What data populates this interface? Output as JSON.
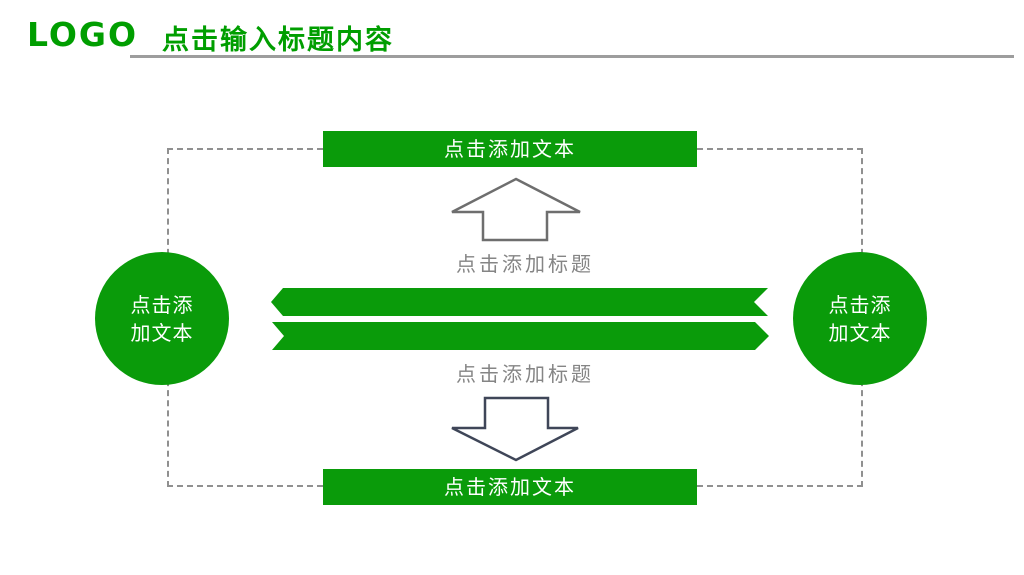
{
  "header": {
    "logo": "LOGO",
    "title": "点击输入标题内容"
  },
  "diagram": {
    "top_bar_label": "点击添加文本",
    "bottom_bar_label": "点击添加文本",
    "top_caption": "点击添加标题",
    "bottom_caption": "点击添加标题",
    "left_circle_label": "点击添\n加文本",
    "right_circle_label": "点击添\n加文本",
    "icons": {
      "up_arrow": "up-block-arrow-icon",
      "down_arrow": "down-block-arrow-icon",
      "left_ribbon": "left-pointing-ribbon-arrow-icon",
      "right_ribbon": "right-pointing-ribbon-arrow-icon"
    }
  },
  "colors": {
    "shape_green": "#0a9b0a",
    "header_green": "#009e00",
    "caption_gray": "#858585",
    "up_arrow_stroke": "#6e6e6e",
    "down_arrow_stroke": "#3f4658",
    "dashed_border_gray": "#909090",
    "underline_gray": "#9d9d9d",
    "bar_text_white": "#ffffff"
  }
}
